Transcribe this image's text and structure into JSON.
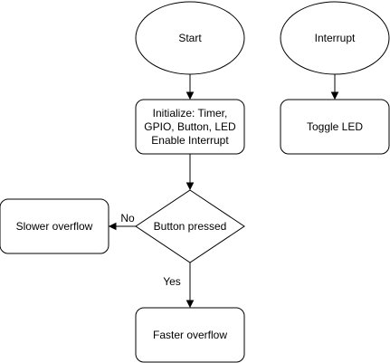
{
  "nodes": {
    "start": {
      "label": "Start"
    },
    "interrupt": {
      "label": "Interrupt"
    },
    "init": {
      "lines": [
        "Initialize: Timer,",
        "GPIO, Button, LED",
        "Enable Interrupt"
      ]
    },
    "toggle": {
      "label": "Toggle LED"
    },
    "decision": {
      "label": "Button pressed"
    },
    "slower": {
      "label": "Slower overflow"
    },
    "faster": {
      "label": "Faster overflow"
    }
  },
  "edges": {
    "no_label": "No",
    "yes_label": "Yes"
  }
}
